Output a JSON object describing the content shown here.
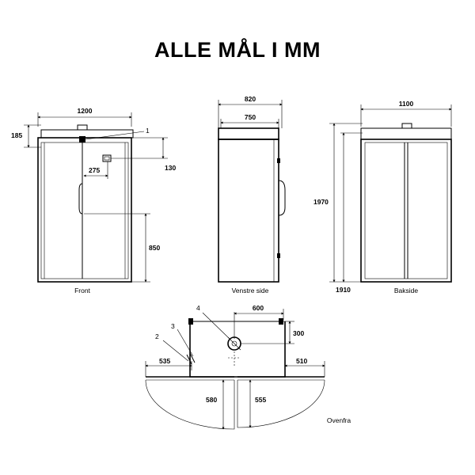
{
  "title": "ALLE MÅL I MM",
  "views": {
    "front": {
      "label": "Front",
      "dims": {
        "width": "1200",
        "top_height": "185",
        "panel_height": "130",
        "panel_offset": "275",
        "handle_height": "850"
      },
      "callout": "1"
    },
    "side": {
      "label": "Venstre side",
      "dims": {
        "outer_depth": "820",
        "inner_depth": "750"
      }
    },
    "back": {
      "label": "Bakside",
      "dims": {
        "width": "1100",
        "total_height": "1970",
        "body_height": "1910"
      }
    },
    "top": {
      "label": "Ovenfra",
      "dims": {
        "width": "600",
        "depth": "300",
        "left_offset": "535",
        "right_offset": "510",
        "left_swing": "580",
        "right_swing": "555"
      },
      "callouts": [
        "2",
        "3",
        "4"
      ]
    }
  }
}
